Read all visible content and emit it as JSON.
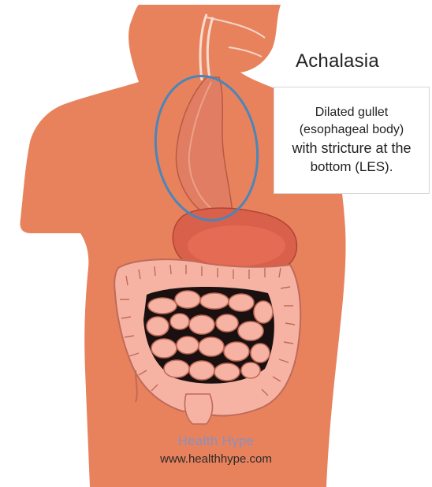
{
  "title": "Achalasia",
  "callout": {
    "line1": "Dilated gullet",
    "line2": "(esophageal body)",
    "line3": "with stricture at the",
    "line4": "bottom (LES)."
  },
  "watermark": {
    "brand": "Health Hype",
    "url": "www.healthhype.com"
  },
  "colors": {
    "skin": "#e8825d",
    "esophagus": "#e07d62",
    "stomach": "#d9604b",
    "intestine": "#f6b3a4",
    "highlight_ellipse": "#4a86b8",
    "brand": "#8a8fc0"
  }
}
